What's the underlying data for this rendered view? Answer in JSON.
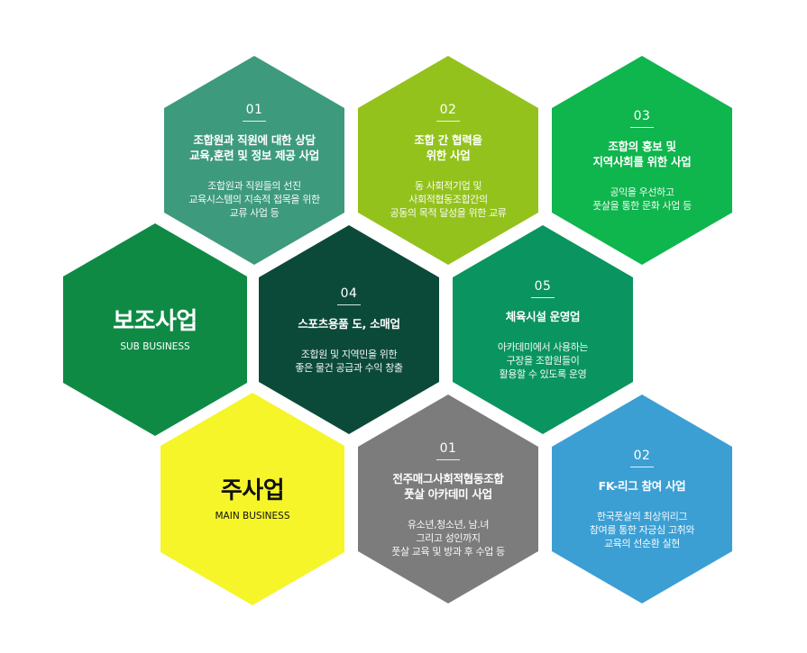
{
  "colors": {
    "sub_business": "#0f8a45",
    "main_business": "#f5f52a",
    "h01": "#3e9a7d",
    "h02": "#93c21d",
    "h03": "#0fb54d",
    "h04": "#0b4a39",
    "h05": "#0a9460",
    "m01": "#7c7c7c",
    "m02": "#3b9fd4"
  },
  "sub_business": {
    "title": "보조사업",
    "subtitle": "SUB BUSINESS"
  },
  "main_business": {
    "title": "주사업",
    "subtitle": "MAIN BUSINESS"
  },
  "sub_items": [
    {
      "number": "01",
      "title": "조합원과 직원에 대한 상담\n교육,훈련 및 정보 제공 사업",
      "desc": "조합원과 직원들의 선진\n교육시스템의 지속적 접목을 위한\n교류 사업 등"
    },
    {
      "number": "02",
      "title": "조합 간 협력을\n위한 사업",
      "desc": "동 사회적기업 및\n사회적협동조합간의\n공동의 목적 달성을 위한 교류"
    },
    {
      "number": "03",
      "title": "조합의 홍보 및\n지역사회를 위한 사업",
      "desc": "공익을 우선하고\n풋살을 통한 문화 사업 등"
    },
    {
      "number": "04",
      "title": "스포츠용품 도, 소매업",
      "desc": "조합원 및 지역민을 위한\n좋은 물건 공급과 수익 창출"
    },
    {
      "number": "05",
      "title": "체육시설 운영업",
      "desc": "아카데미에서 사용하는\n구장을 조합원들이\n활용할 수 있도록 운영"
    }
  ],
  "main_items": [
    {
      "number": "01",
      "title": "전주매그사회적협동조합\n풋살 아카데미 사업",
      "desc": "유소년,청소년, 남.녀\n그리고 성인까지\n풋살 교육 및 방과 후 수업 등"
    },
    {
      "number": "02",
      "title": "FK-리그 참여 사업",
      "desc": "한국풋살의 최상위리그\n참여를 통한 자긍심 고취와\n교육의 선순환 실현"
    }
  ]
}
